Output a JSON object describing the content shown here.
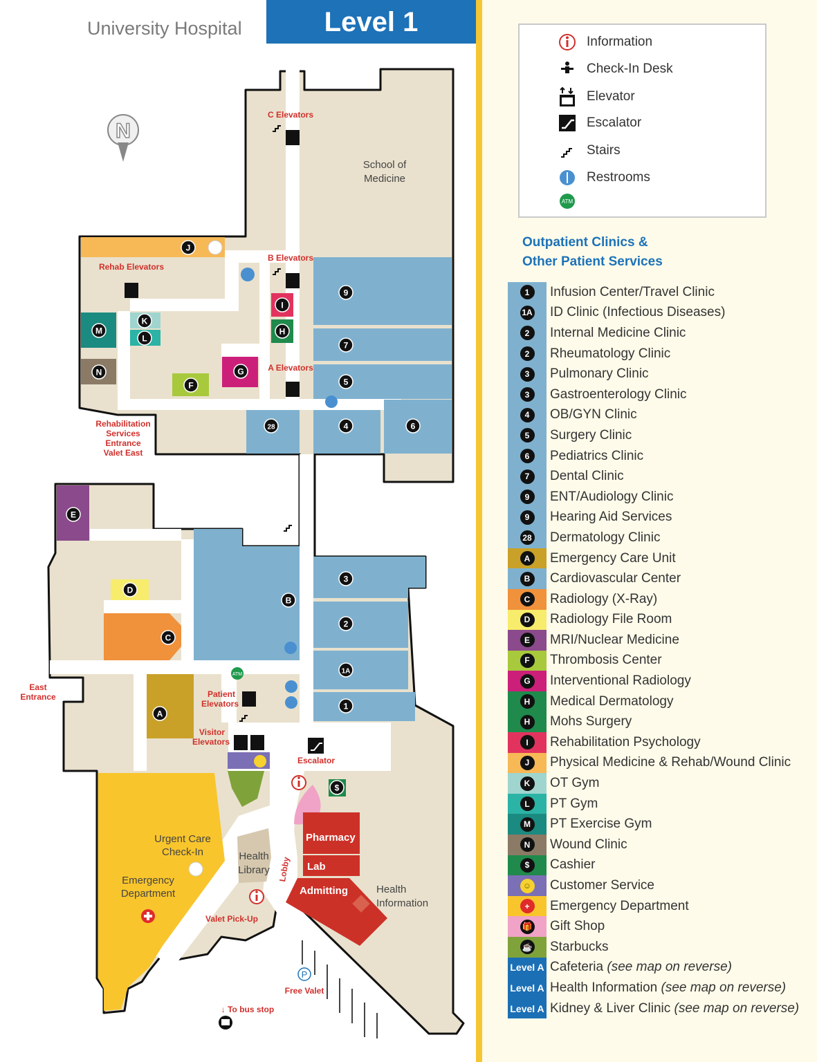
{
  "header": {
    "hospital_name": "University Hospital",
    "level": "Level 1"
  },
  "legend": {
    "items": [
      {
        "label": "Information",
        "icon": "info-icon"
      },
      {
        "label": "Check-In Desk",
        "icon": "check-in-desk-icon"
      },
      {
        "label": "Elevator",
        "icon": "elevator-icon"
      },
      {
        "label": "Escalator",
        "icon": "escalator-icon"
      },
      {
        "label": "Stairs",
        "icon": "stairs-icon"
      },
      {
        "label": "Restrooms",
        "icon": "restroom-icon"
      }
    ],
    "atm_badge": "ATM"
  },
  "clinics": {
    "title_line1": "Outpatient Clinics &",
    "title_line2": "Other Patient Services",
    "items": [
      {
        "badge": "1",
        "label": "Infusion Center/Travel Clinic",
        "color": "#7fb1cf"
      },
      {
        "badge": "1A",
        "label": "ID Clinic (Infectious Diseases)",
        "color": "#7fb1cf"
      },
      {
        "badge": "2",
        "label": "Internal Medicine Clinic",
        "color": "#7fb1cf"
      },
      {
        "badge": "2",
        "label": "Rheumatology Clinic",
        "color": "#7fb1cf"
      },
      {
        "badge": "3",
        "label": "Pulmonary Clinic",
        "color": "#7fb1cf"
      },
      {
        "badge": "3",
        "label": "Gastroenterology Clinic",
        "color": "#7fb1cf"
      },
      {
        "badge": "4",
        "label": "OB/GYN Clinic",
        "color": "#7fb1cf"
      },
      {
        "badge": "5",
        "label": "Surgery Clinic",
        "color": "#7fb1cf"
      },
      {
        "badge": "6",
        "label": "Pediatrics Clinic",
        "color": "#7fb1cf"
      },
      {
        "badge": "7",
        "label": "Dental Clinic",
        "color": "#7fb1cf"
      },
      {
        "badge": "9",
        "label": "ENT/Audiology Clinic",
        "color": "#7fb1cf"
      },
      {
        "badge": "9",
        "label": "Hearing Aid Services",
        "color": "#7fb1cf"
      },
      {
        "badge": "28",
        "label": "Dermatology Clinic",
        "color": "#7fb1cf"
      },
      {
        "badge": "A",
        "label": "Emergency Care Unit",
        "color": "#c9a128"
      },
      {
        "badge": "B",
        "label": "Cardiovascular Center",
        "color": "#7fb1cf"
      },
      {
        "badge": "C",
        "label": "Radiology (X-Ray)",
        "color": "#f0913c"
      },
      {
        "badge": "D",
        "label": "Radiology File Room",
        "color": "#f7ec6b"
      },
      {
        "badge": "E",
        "label": "MRI/Nuclear Medicine",
        "color": "#8a4a8b"
      },
      {
        "badge": "F",
        "label": "Thrombosis Center",
        "color": "#a8c93c"
      },
      {
        "badge": "G",
        "label": "Interventional Radiology",
        "color": "#cc1f7a"
      },
      {
        "badge": "H",
        "label": "Medical Dermatology",
        "color": "#1f8a4b"
      },
      {
        "badge": "H",
        "label": "Mohs Surgery",
        "color": "#1f8a4b"
      },
      {
        "badge": "I",
        "label": "Rehabilitation Psychology",
        "color": "#e2335f"
      },
      {
        "badge": "J",
        "label": "Physical Medicine & Rehab/Wound Clinic",
        "color": "#f7b856"
      },
      {
        "badge": "K",
        "label": "OT Gym",
        "color": "#a0d5cf"
      },
      {
        "badge": "L",
        "label": "PT Gym",
        "color": "#2bb3a6"
      },
      {
        "badge": "M",
        "label": "PT Exercise Gym",
        "color": "#1b8a80"
      },
      {
        "badge": "N",
        "label": "Wound Clinic",
        "color": "#8b7a66"
      },
      {
        "badge": "$",
        "label": "Cashier",
        "color": "#1f8a4b"
      },
      {
        "badge": "☺",
        "label": "Customer Service",
        "color": "#7b6fb5"
      },
      {
        "badge": "+",
        "label": "Emergency Department",
        "color": "#f9c52c"
      },
      {
        "badge": "🎁",
        "label": "Gift Shop",
        "color": "#f0a3c6"
      },
      {
        "badge": "☕",
        "label": "Starbucks",
        "color": "#7fa33a"
      },
      {
        "badge": "Level A",
        "label": "Cafeteria",
        "note": "(see map on reverse)",
        "color": "#1b6fb5"
      },
      {
        "badge": "Level A",
        "label": "Health Information",
        "note": "(see map on reverse)",
        "color": "#1b6fb5"
      },
      {
        "badge": "Level A",
        "label": "Kidney & Liver Clinic",
        "note": "(see map on reverse)",
        "color": "#1b6fb5"
      }
    ]
  },
  "map": {
    "north": "N",
    "markers": [
      "9",
      "7",
      "5",
      "28",
      "4",
      "6",
      "3",
      "2",
      "1A",
      "1",
      "J",
      "K",
      "L",
      "M",
      "N",
      "I",
      "H",
      "G",
      "F",
      "E",
      "D",
      "C",
      "B",
      "A",
      "$"
    ],
    "labels": {
      "c_elevators": "C Elevators",
      "b_elevators": "B Elevators",
      "a_elevators": "A Elevators",
      "rehab_elevators": "Rehab Elevators",
      "rehab_entrance": [
        "Rehabilitation",
        "Services",
        "Entrance",
        "Valet East"
      ],
      "east_entrance": [
        "East",
        "Entrance"
      ],
      "patient_elevators": [
        "Patient",
        "Elevators"
      ],
      "visitor_elevators": [
        "Visitor",
        "Elevators"
      ],
      "escalator": "Escalator",
      "valet_pickup": "Valet Pick-Up",
      "free_valet": "Free Valet",
      "bus_stop": "↓ To bus stop",
      "lobby": "Lobby",
      "school_of_medicine": [
        "School of",
        "Medicine"
      ],
      "urgent_care": [
        "Urgent Care",
        "Check-In"
      ],
      "emergency_department": [
        "Emergency",
        "Department"
      ],
      "health_library": [
        "Health",
        "Library"
      ],
      "health_information": [
        "Health",
        "Information"
      ],
      "pharmacy": "Pharmacy",
      "lab": "Lab",
      "admitting": "Admitting",
      "atm": "ATM",
      "parking": "P"
    }
  }
}
